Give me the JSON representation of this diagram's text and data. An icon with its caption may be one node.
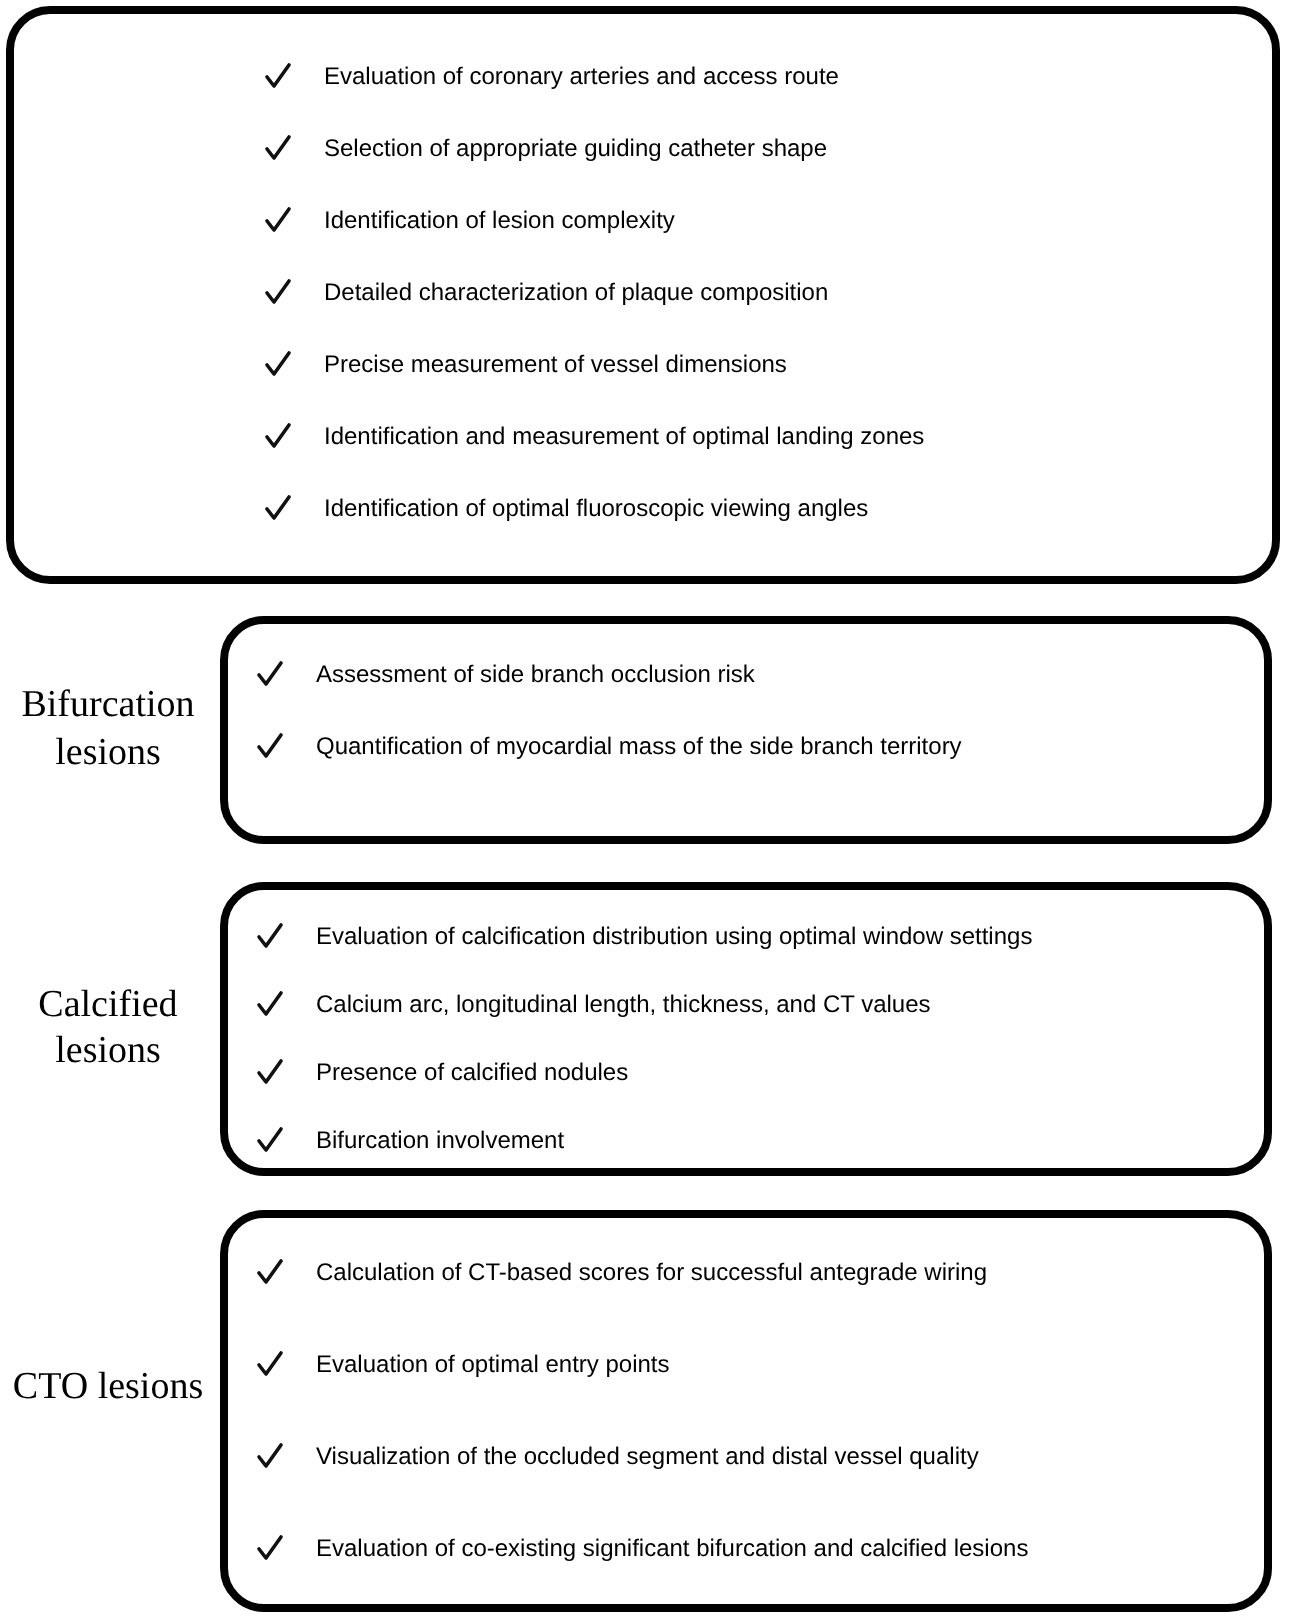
{
  "diagram": {
    "nodes": [
      {
        "text": [
          "Evaluation of coronary arteries and access route",
          "Selection of appropriate guiding catheter shape",
          "Identification of lesion complexity",
          "Detailed characterization of plaque composition",
          "Precise measurement of vessel dimensions",
          "Identification and measurement of optimal landing zones",
          "Identification of optimal fluoroscopic viewing angles"
        ]
      },
      {
        "text": [
          "Bifurcation lesions",
          "Assessment of side branch occlusion risk",
          "Quantification of myocardial mass of the side branch territory"
        ]
      },
      {
        "text": [
          "Calcified lesions",
          "Evaluation of calcification distribution using optimal window settings",
          "Calcium arc, longitudinal length, thickness, and CT values",
          "Presence of calcified nodules",
          "Bifurcation involvement"
        ]
      },
      {
        "text": [
          "CTO lesions",
          "Calculation of CT-based scores for successful antegrade wiring",
          "Evaluation of optimal entry points",
          "Visualization of the occluded segment and distal vessel quality",
          "Evaluation of co-existing significant bifurcation and calcified lesions"
        ]
      }
    ]
  }
}
